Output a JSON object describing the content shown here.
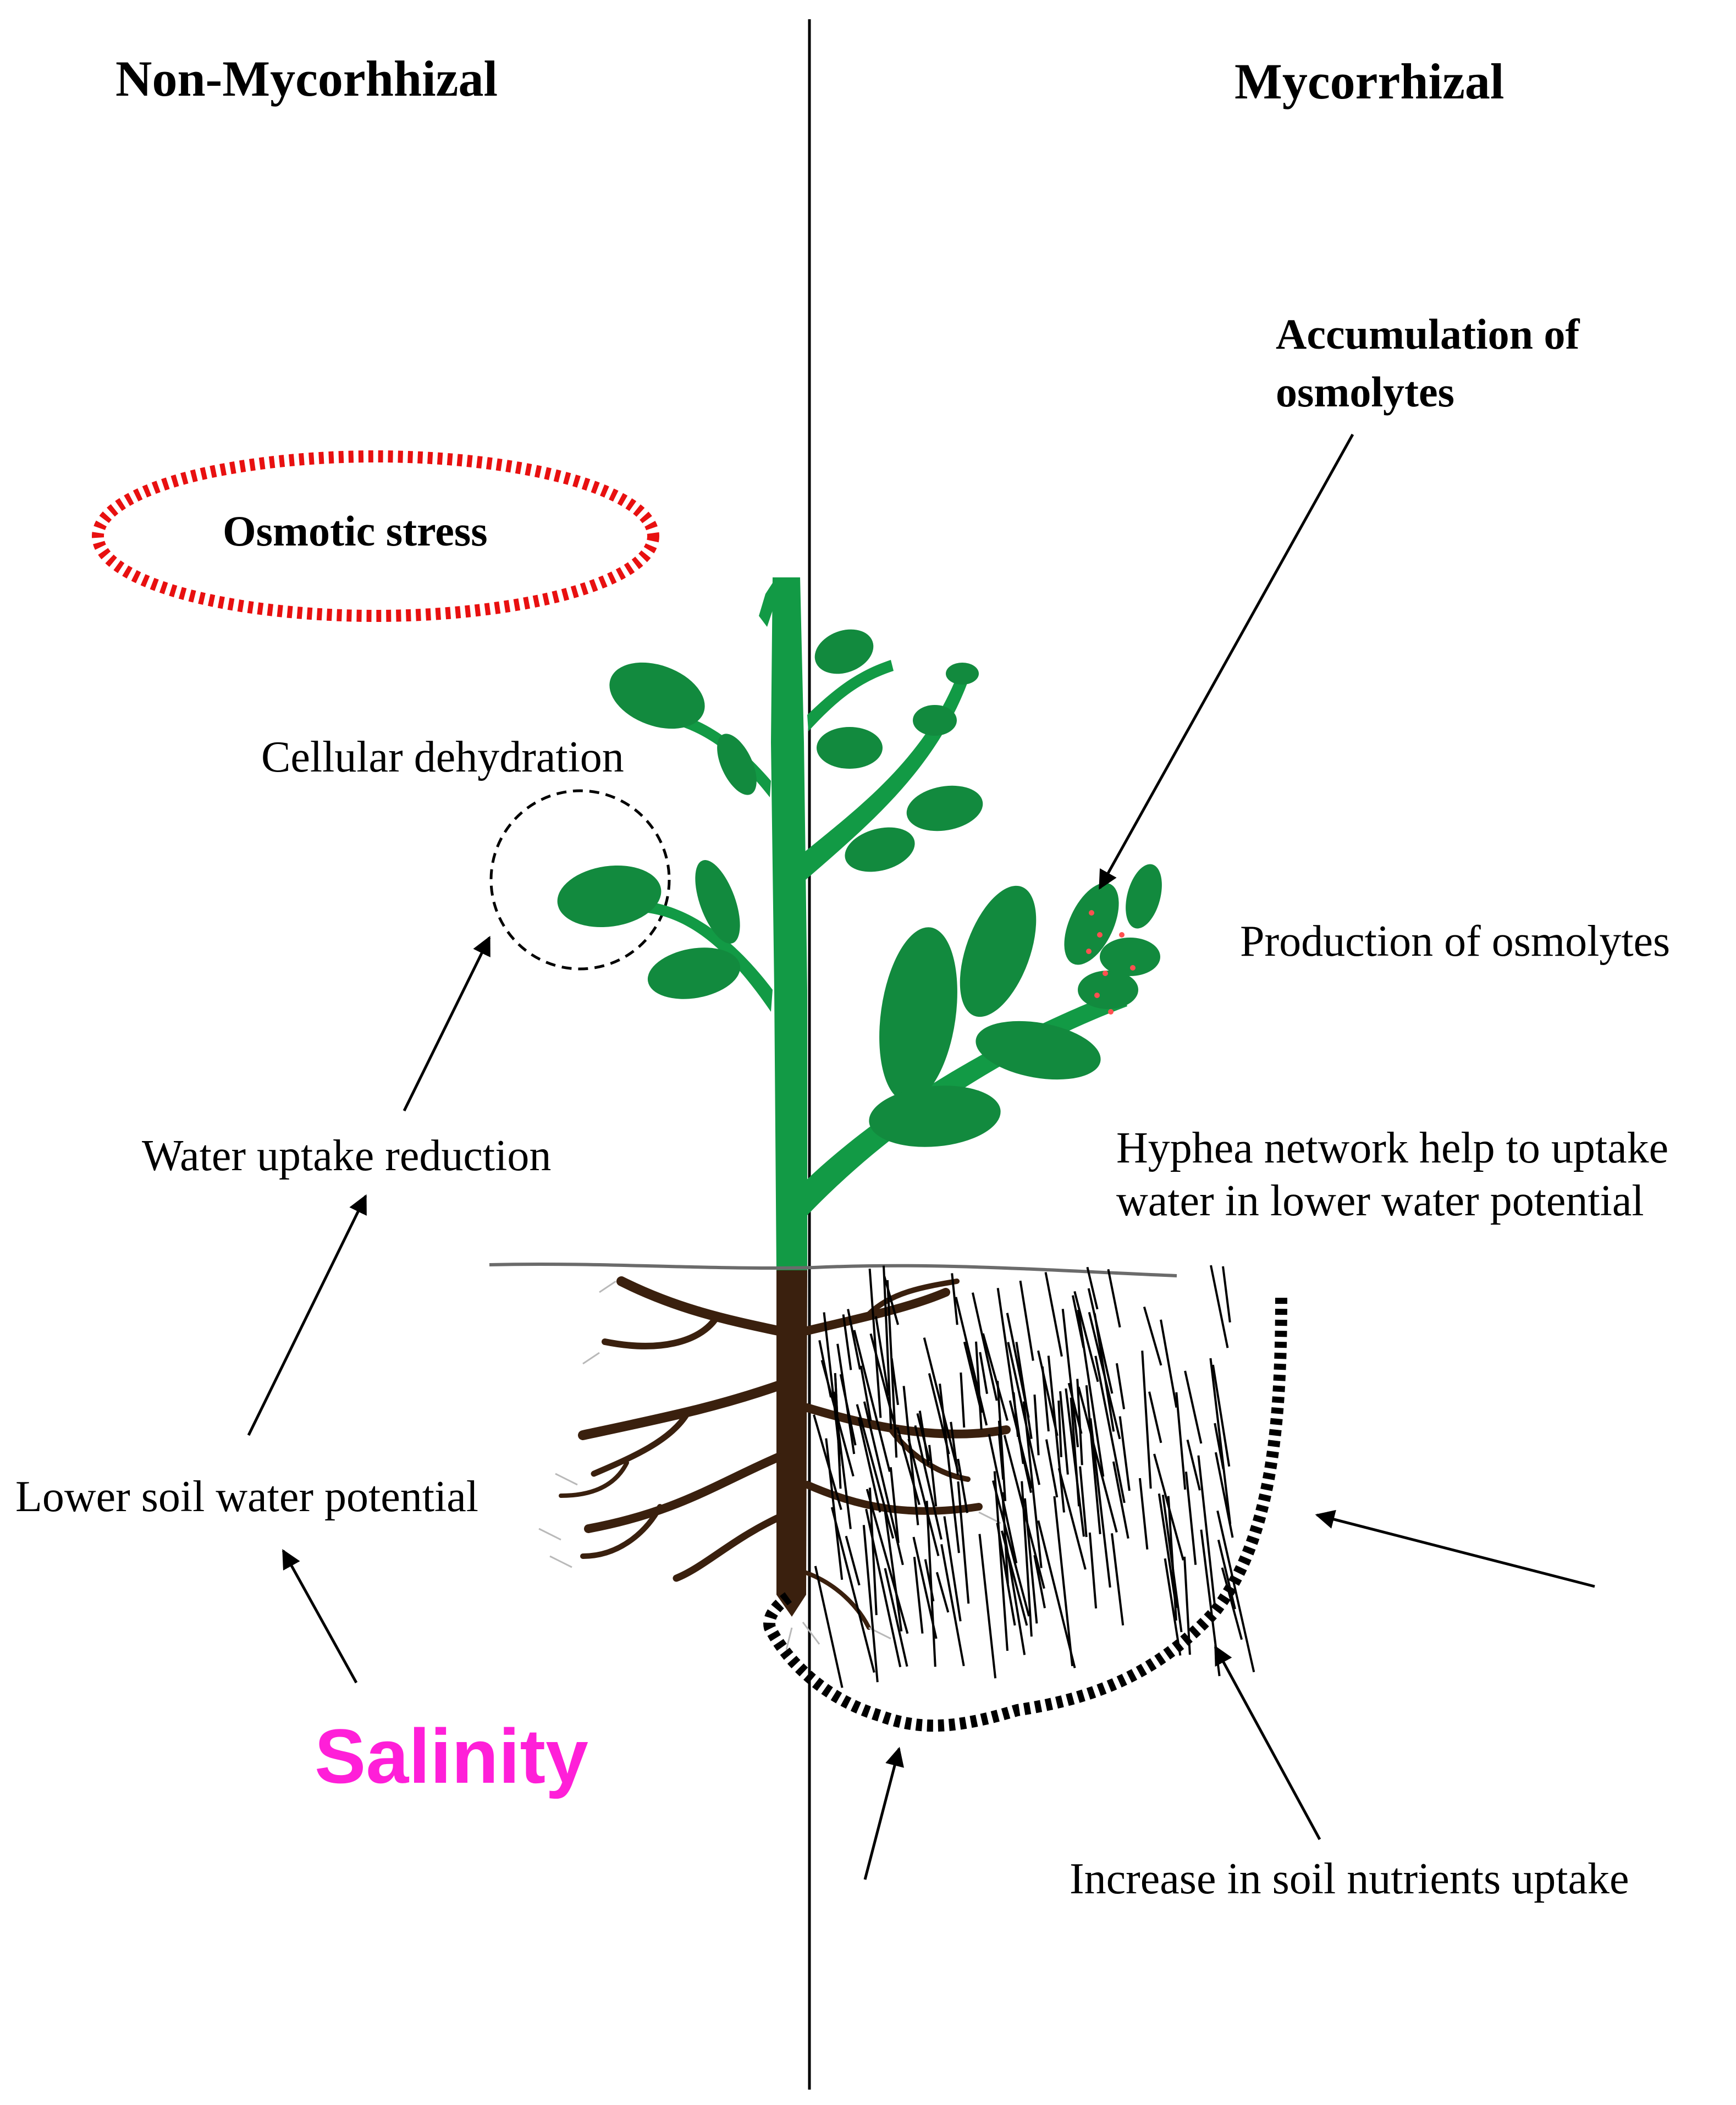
{
  "headings": {
    "left": "Non-Mycorhhizal",
    "right": "Mycorrhizal"
  },
  "labels": {
    "osmotic_stress": "Osmotic stress",
    "accumulation": "Accumulation of\nosmolytes",
    "cellular_dehydration": "Cellular dehydration",
    "production_osmolytes": "Production of osmolytes",
    "hyphea_network": "Hyphea network help to uptake\nwater in lower water potential",
    "water_uptake_reduction": "Water uptake reduction",
    "lower_soil_water_potential": "Lower soil water potential",
    "salinity": "Salinity",
    "increase_nutrients": "Increase in soil nutrients uptake"
  },
  "colors": {
    "leaf": "#128a3e",
    "stem": "#129a45",
    "root": "#3a200e",
    "osmotic_ring": "#e81010",
    "salinity": "#ff1fd8",
    "hyphae": "#000000",
    "osmolyte_dots": "#ff5050"
  }
}
